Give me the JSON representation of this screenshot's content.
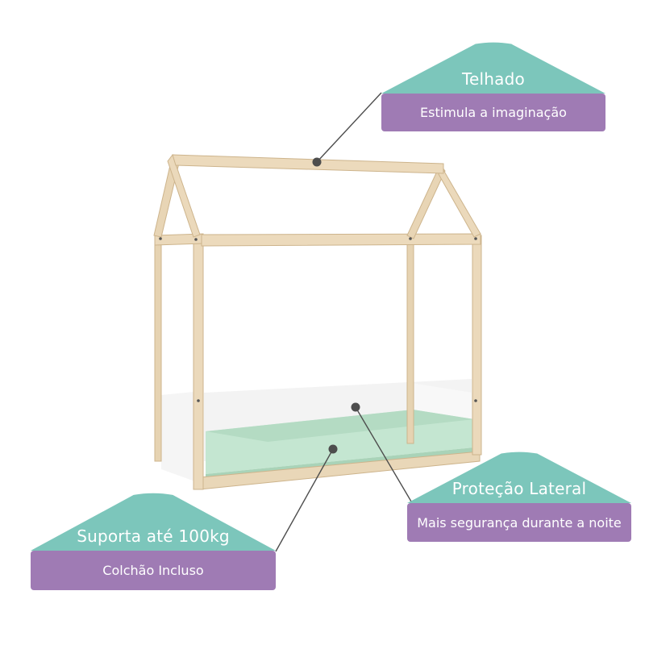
{
  "colors": {
    "teal": "#7cc6bb",
    "purple": "#9f7bb4",
    "wood": "#e9d7b8",
    "wood_edge": "#cdb48c",
    "mattress": "#c4e6d1",
    "panel": "#f7f7f7",
    "leader": "#4d4d4d"
  },
  "callouts": {
    "roof": {
      "title": "Telhado",
      "text": "Estimula a imaginação"
    },
    "side": {
      "title": "Proteção Lateral",
      "text": "Mais segurança durante a noite"
    },
    "base": {
      "title": "Suporta até 100kg",
      "text": "Colchão Incluso"
    }
  },
  "icons": [
    "roof-shape-icon",
    "leader-dot-icon"
  ]
}
